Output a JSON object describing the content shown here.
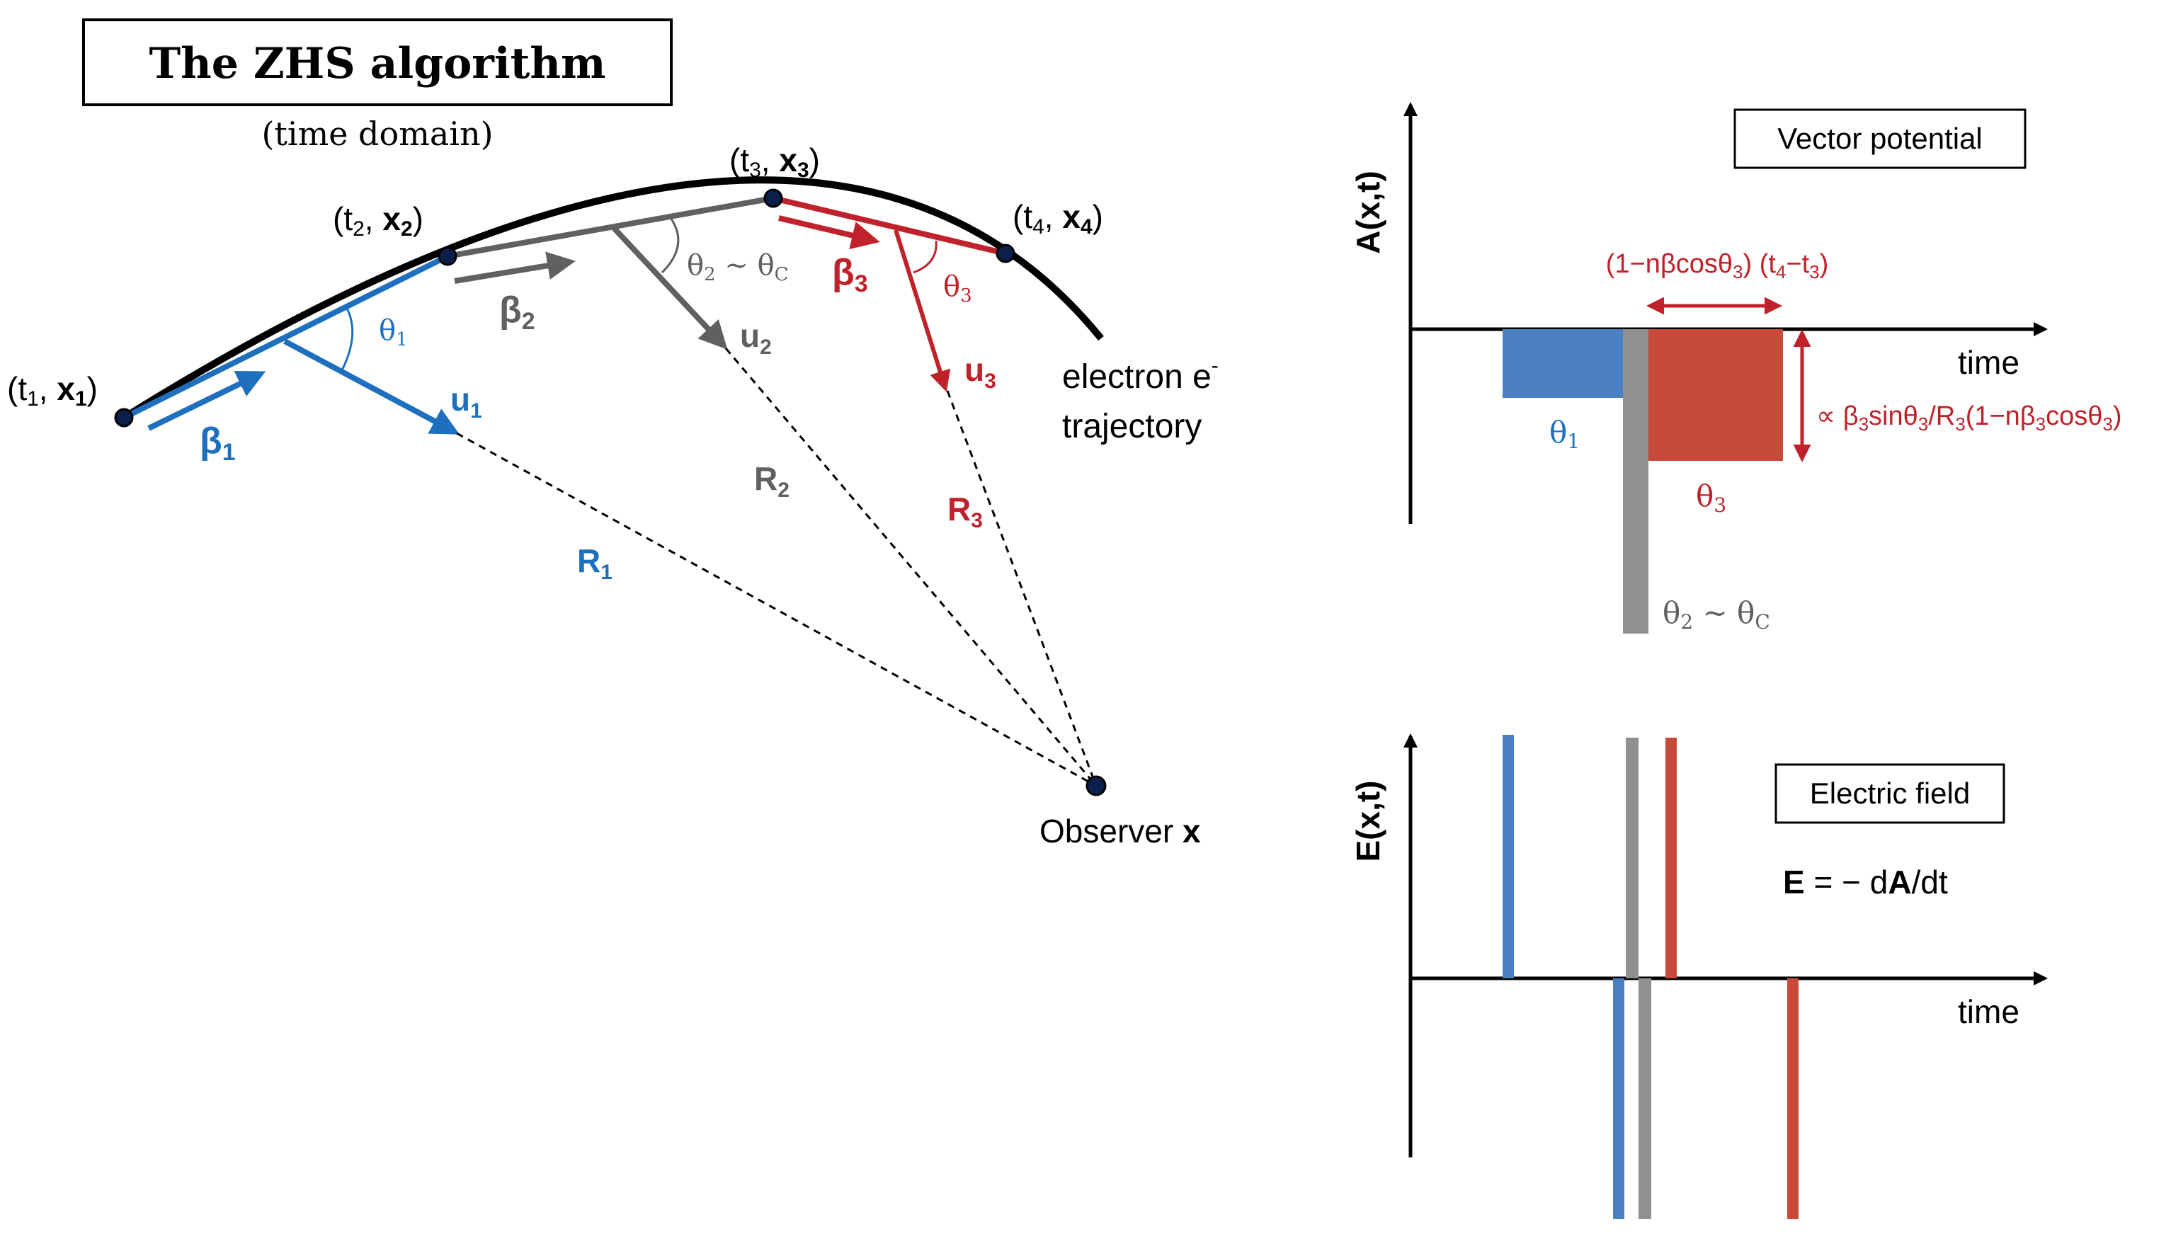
{
  "colors": {
    "blue": "#1f6fbf",
    "gray": "#606060",
    "red": "#c0222b",
    "bar_blue": "#4a7fc1",
    "bar_gray": "#909090",
    "bar_red": "#c84a3a",
    "black": "#000000"
  },
  "header": {
    "title": "The ZHS algorithm",
    "subtitle": "(time domain)"
  },
  "trajectory": {
    "p1": {
      "t": "t",
      "t_sub": "1",
      "x": "x",
      "x_sub": "1"
    },
    "p2": {
      "t": "t",
      "t_sub": "2",
      "x": "x",
      "x_sub": "2"
    },
    "p3": {
      "t": "t",
      "t_sub": "3",
      "x": "x",
      "x_sub": "3"
    },
    "p4": {
      "t": "t",
      "t_sub": "4",
      "x": "x",
      "x_sub": "4"
    },
    "label_line1": "electron e",
    "label_sup": "-",
    "label_line2": "trajectory",
    "observer_label": "Observer ",
    "observer_bold": "x"
  },
  "segments": {
    "s1": {
      "beta": "β",
      "beta_sub": "1",
      "u": "u",
      "u_sub": "1",
      "theta": "θ",
      "theta_sub": "1",
      "R": "R",
      "R_sub": "1"
    },
    "s2": {
      "beta": "β",
      "beta_sub": "2",
      "u": "u",
      "u_sub": "2",
      "theta": "θ",
      "theta_sub": "2",
      "theta_tail": " ~ θ",
      "theta_tail_sub": "C",
      "R": "R",
      "R_sub": "2"
    },
    "s3": {
      "beta": "β",
      "beta_sub": "3",
      "u": "u",
      "u_sub": "3",
      "theta": "θ",
      "theta_sub": "3",
      "R": "R",
      "R_sub": "3"
    }
  },
  "vector_potential": {
    "ylabel": "A(x,t)",
    "xlabel": "time",
    "box_label": "Vector potential",
    "width_label": {
      "a": "(1−nβcosθ",
      "a_sub": "3",
      "b": ") (t",
      "b_sub": "4",
      "c": "−t",
      "c_sub": "3",
      "d": ")"
    },
    "height_label": {
      "a": "∝ β",
      "a_sub": "3",
      "b": "sinθ",
      "b_sub": "3",
      "c": "/R",
      "c_sub": "3",
      "d": "(1−nβ",
      "d_sub": "3",
      "e": "cosθ",
      "e_sub": "3",
      "f": ")"
    },
    "bar1": {
      "theta": "θ",
      "sub": "1"
    },
    "bar2": {
      "theta": "θ",
      "sub": "2",
      "tail": " ~ θ",
      "tail_sub": "C"
    },
    "bar3": {
      "theta": "θ",
      "sub": "3"
    }
  },
  "electric_field": {
    "ylabel": "E(x,t)",
    "xlabel": "time",
    "box_label": "Electric field",
    "eq_bold1": "E",
    "eq_mid": " = − d",
    "eq_bold2": "A",
    "eq_end": "/dt"
  }
}
